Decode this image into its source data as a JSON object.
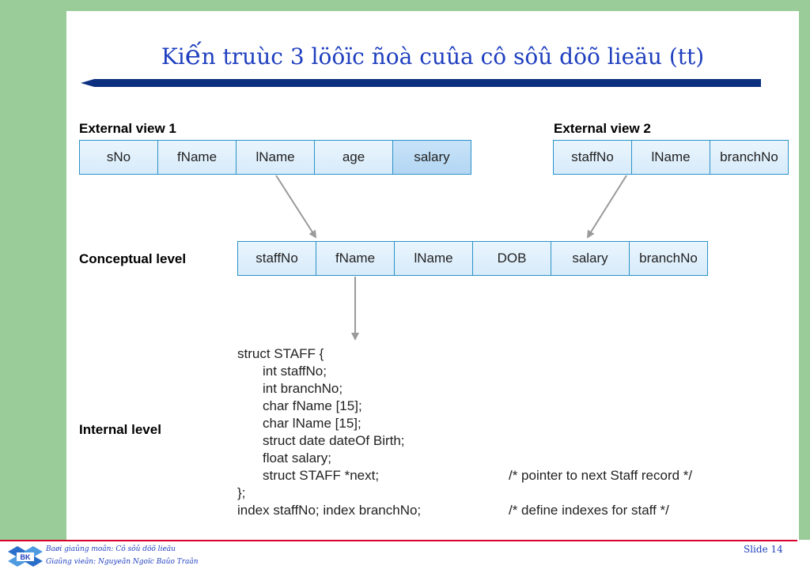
{
  "title_prefix": "Ki",
  "title_accent_char": "ế",
  "title_rest": "n truùc 3 löôïc ñoà cuûa cô sôû döõ lieäu (tt)",
  "external_views": [
    {
      "label": "External view 1",
      "fields": [
        "sNo",
        "fName",
        "lName",
        "age",
        "salary"
      ]
    },
    {
      "label": "External view 2",
      "fields": [
        "staffNo",
        "lName",
        "branchNo"
      ]
    }
  ],
  "conceptual": {
    "label": "Conceptual level",
    "fields": [
      "staffNo",
      "fName",
      "lName",
      "DOB",
      "salary",
      "branchNo"
    ]
  },
  "internal": {
    "label": "Internal level",
    "code_lines": [
      {
        "text": "struct STAFF {",
        "indent": false,
        "comment": ""
      },
      {
        "text": "int staffNo;",
        "indent": true,
        "comment": ""
      },
      {
        "text": "int branchNo;",
        "indent": true,
        "comment": ""
      },
      {
        "text": "char fName [15];",
        "indent": true,
        "comment": ""
      },
      {
        "text": "char lName [15];",
        "indent": true,
        "comment": ""
      },
      {
        "text": "struct date dateOf Birth;",
        "indent": true,
        "comment": ""
      },
      {
        "text": "float salary;",
        "indent": true,
        "comment": ""
      },
      {
        "text": "struct STAFF *next;",
        "indent": true,
        "comment": "/* pointer to next Staff  record */"
      },
      {
        "text": "};",
        "indent": false,
        "comment": ""
      },
      {
        "text": "index staffNo; index branchNo;",
        "indent": false,
        "comment": "/* define indexes for staff  */"
      }
    ]
  },
  "footer": {
    "course_line": "Baøi giaûng moân: Cô sôû döõ lieäu",
    "lecturer_line": "Giaûng vieân: Nguyeãn Ngoïc Baûo Traân",
    "logo_text": "BK",
    "slide_label": "Slide 14"
  },
  "colors": {
    "frame": "#99cc99",
    "title": "#1f3fbf",
    "cell_border": "#2b92c8",
    "footer_rule": "#d9002a"
  }
}
